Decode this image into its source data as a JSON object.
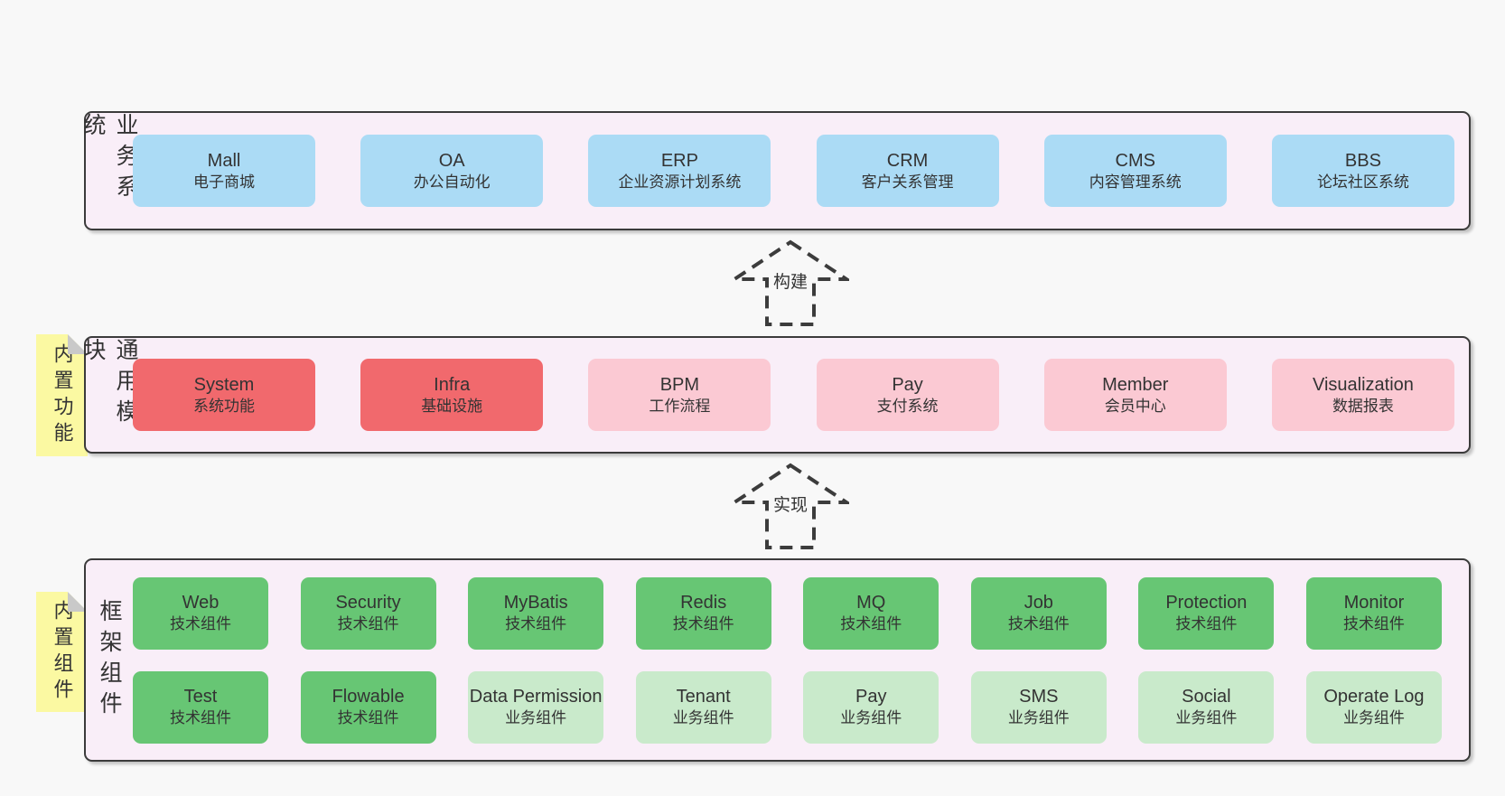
{
  "colors": {
    "page_bg": "#f8f8f8",
    "panel_bg": "#f9eef8",
    "panel_border": "#3b3b3b",
    "box_blue": "#abdbf5",
    "box_red": "#f1696d",
    "box_pink": "#fbc9d3",
    "box_green_dark": "#67c674",
    "box_green_light": "#c9eacb",
    "note_yellow": "#fbf9a2",
    "note_fold_gray": "#c9c9c9",
    "text": "#333333"
  },
  "arrows": [
    {
      "label": "构建"
    },
    {
      "label": "实现"
    }
  ],
  "sections": {
    "business": {
      "label": "业务系统",
      "boxes": [
        {
          "title": "Mall",
          "subtitle": "电子商城"
        },
        {
          "title": "OA",
          "subtitle": "办公自动化"
        },
        {
          "title": "ERP",
          "subtitle": "企业资源计划系统"
        },
        {
          "title": "CRM",
          "subtitle": "客户关系管理"
        },
        {
          "title": "CMS",
          "subtitle": "内容管理系统"
        },
        {
          "title": "BBS",
          "subtitle": "论坛社区系统"
        }
      ]
    },
    "modules": {
      "label": "通用模块",
      "note": "内置功能",
      "boxes": [
        {
          "title": "System",
          "subtitle": "系统功能"
        },
        {
          "title": "Infra",
          "subtitle": "基础设施"
        },
        {
          "title": "BPM",
          "subtitle": "工作流程"
        },
        {
          "title": "Pay",
          "subtitle": "支付系统"
        },
        {
          "title": "Member",
          "subtitle": "会员中心"
        },
        {
          "title": "Visualization",
          "subtitle": "数据报表"
        }
      ]
    },
    "components": {
      "label": "框架组件",
      "note": "内置组件",
      "row1": [
        {
          "title": "Web",
          "subtitle": "技术组件"
        },
        {
          "title": "Security",
          "subtitle": "技术组件"
        },
        {
          "title": "MyBatis",
          "subtitle": "技术组件"
        },
        {
          "title": "Redis",
          "subtitle": "技术组件"
        },
        {
          "title": "MQ",
          "subtitle": "技术组件"
        },
        {
          "title": "Job",
          "subtitle": "技术组件"
        },
        {
          "title": "Protection",
          "subtitle": "技术组件"
        },
        {
          "title": "Monitor",
          "subtitle": "技术组件"
        }
      ],
      "row2": [
        {
          "title": "Test",
          "subtitle": "技术组件"
        },
        {
          "title": "Flowable",
          "subtitle": "技术组件"
        },
        {
          "title": "Data Permission",
          "subtitle": "业务组件"
        },
        {
          "title": "Tenant",
          "subtitle": "业务组件"
        },
        {
          "title": "Pay",
          "subtitle": "业务组件"
        },
        {
          "title": "SMS",
          "subtitle": "业务组件"
        },
        {
          "title": "Social",
          "subtitle": "业务组件"
        },
        {
          "title": "Operate Log",
          "subtitle": "业务组件"
        }
      ]
    }
  }
}
